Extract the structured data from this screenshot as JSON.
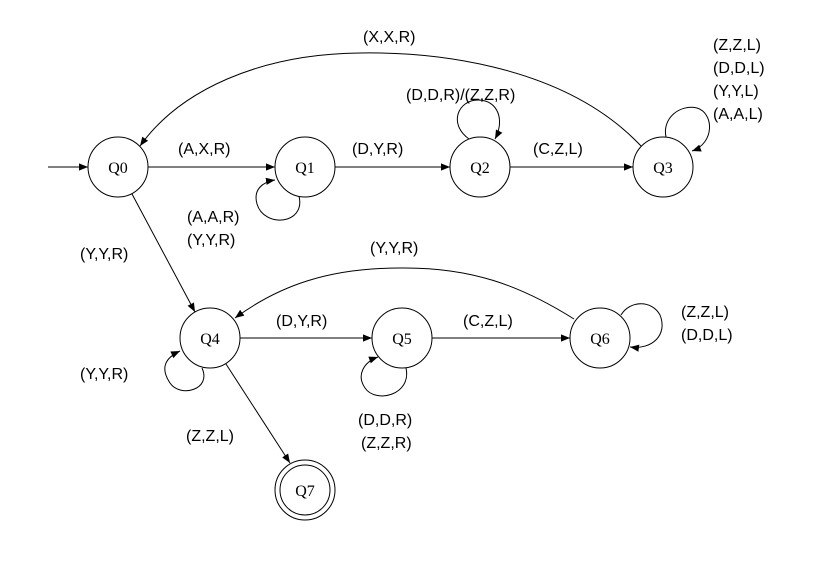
{
  "diagram": {
    "type": "turing-machine-state-diagram",
    "start_state": "Q0",
    "accept_states": [
      "Q7"
    ],
    "states": [
      "Q0",
      "Q1",
      "Q2",
      "Q3",
      "Q4",
      "Q5",
      "Q6",
      "Q7"
    ],
    "transitions": [
      {
        "from": "Q0",
        "to": "Q1",
        "labels": [
          "(A,X,R)"
        ]
      },
      {
        "from": "Q1",
        "to": "Q1",
        "labels": [
          "(A,A,R)",
          "(Y,Y,R)"
        ]
      },
      {
        "from": "Q1",
        "to": "Q2",
        "labels": [
          "(D,Y,R)"
        ]
      },
      {
        "from": "Q2",
        "to": "Q2",
        "labels": [
          "(D,D,R)/(Z,Z,R)"
        ]
      },
      {
        "from": "Q2",
        "to": "Q3",
        "labels": [
          "(C,Z,L)"
        ]
      },
      {
        "from": "Q3",
        "to": "Q3",
        "labels": [
          "(Z,Z,L)",
          "(D,D,L)",
          "(Y,Y,L)",
          "(A,A,L)"
        ]
      },
      {
        "from": "Q3",
        "to": "Q0",
        "labels": [
          "(X,X,R)"
        ]
      },
      {
        "from": "Q0",
        "to": "Q4",
        "labels": [
          "(Y,Y,R)"
        ]
      },
      {
        "from": "Q4",
        "to": "Q4",
        "labels": [
          "(Y,Y,R)"
        ]
      },
      {
        "from": "Q4",
        "to": "Q5",
        "labels": [
          "(D,Y,R)"
        ]
      },
      {
        "from": "Q5",
        "to": "Q5",
        "labels": [
          "(D,D,R)",
          "(Z,Z,R)"
        ]
      },
      {
        "from": "Q5",
        "to": "Q6",
        "labels": [
          "(C,Z,L)"
        ]
      },
      {
        "from": "Q6",
        "to": "Q6",
        "labels": [
          "(Z,Z,L)",
          "(D,D,L)"
        ]
      },
      {
        "from": "Q6",
        "to": "Q4",
        "labels": [
          "(Y,Y,R)"
        ]
      },
      {
        "from": "Q4",
        "to": "Q7",
        "labels": [
          "(Z,Z,L)"
        ]
      }
    ]
  }
}
